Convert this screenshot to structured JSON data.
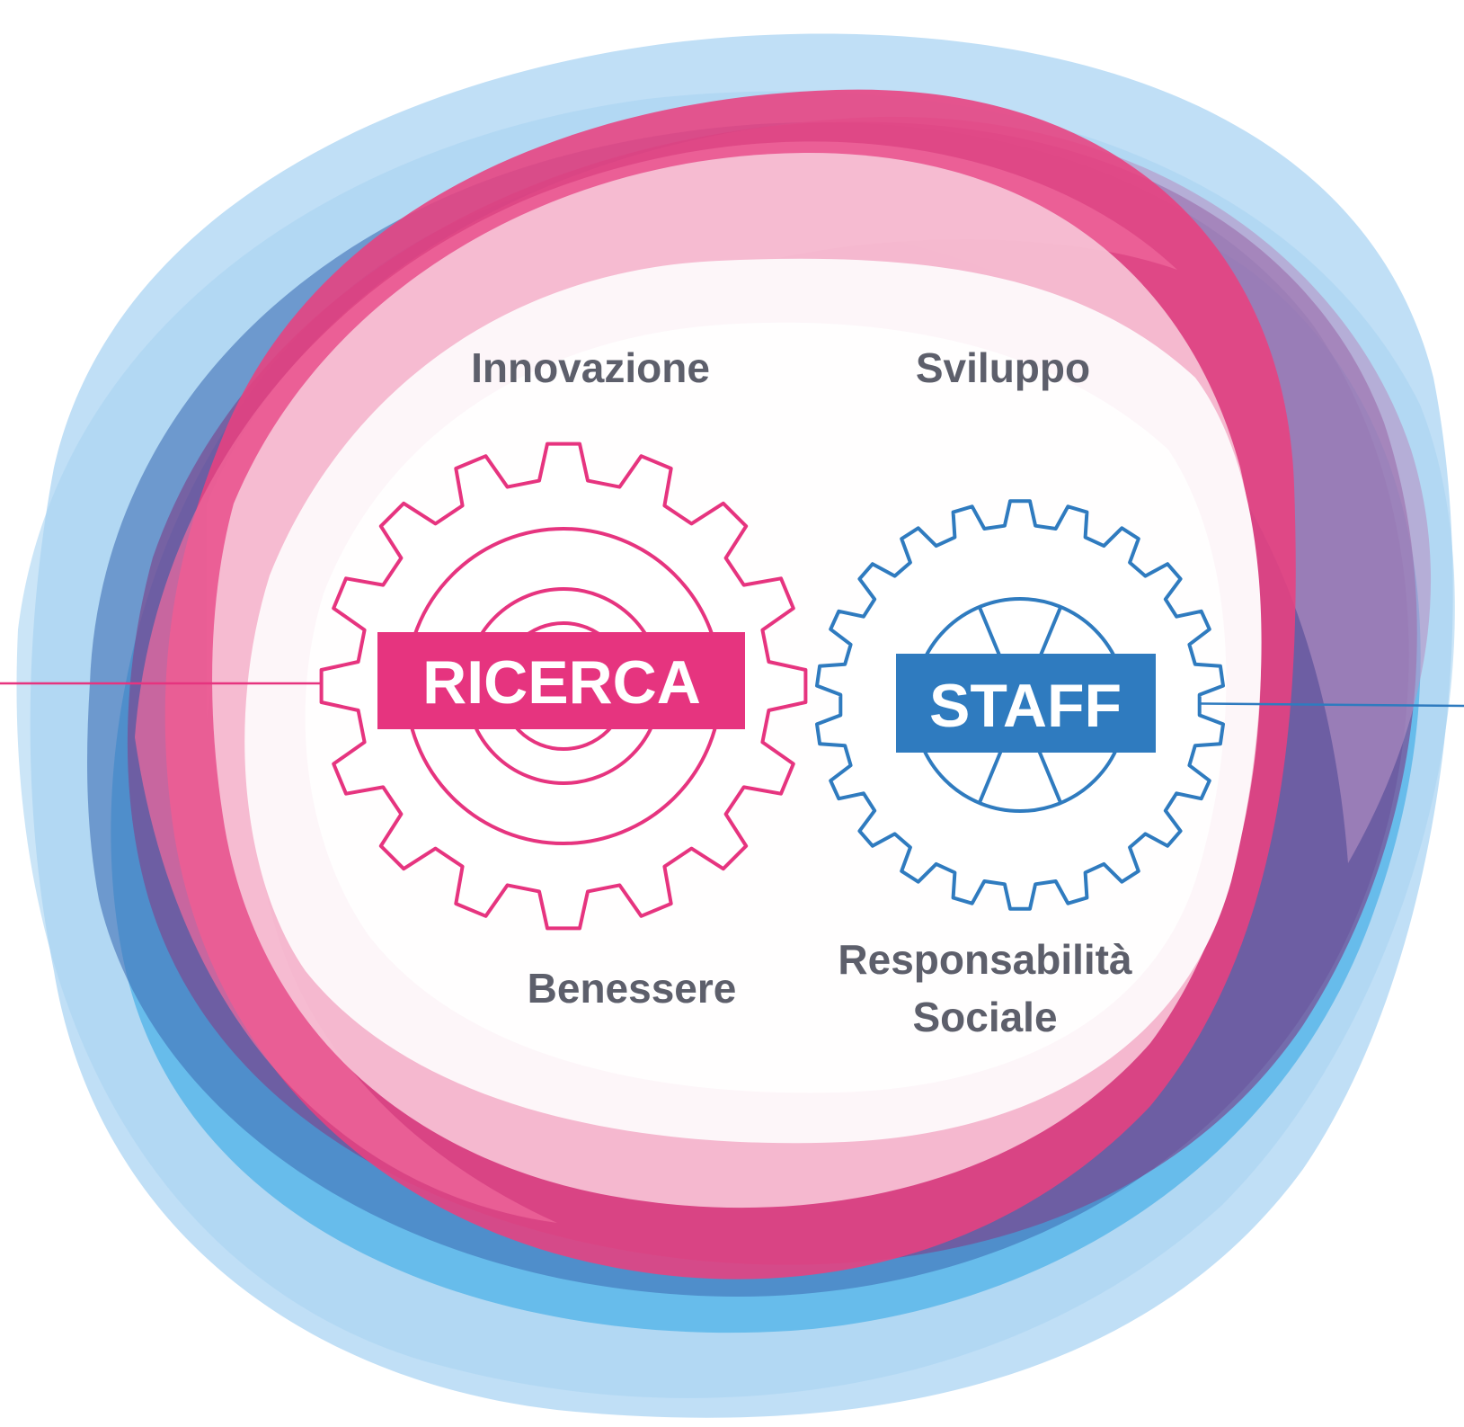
{
  "diagram": {
    "labels": {
      "innovazione": "Innovazione",
      "sviluppo": "Sviluppo",
      "benessere": "Benessere",
      "responsabilita_line1": "Responsabilità",
      "responsabilita_line2": "Sociale"
    },
    "gears": {
      "left": {
        "label": "RICERCA",
        "color": "#e6347f"
      },
      "right": {
        "label": "STAFF",
        "color": "#2f7bbf"
      }
    },
    "colors": {
      "pink": "#e6347f",
      "light_pink": "#f4b6cd",
      "blue": "#2f7bbf",
      "light_blue": "#8cc4ee",
      "cyan": "#00a3df",
      "purple": "#6a4a93",
      "text_gray": "#5d5f6b"
    }
  }
}
